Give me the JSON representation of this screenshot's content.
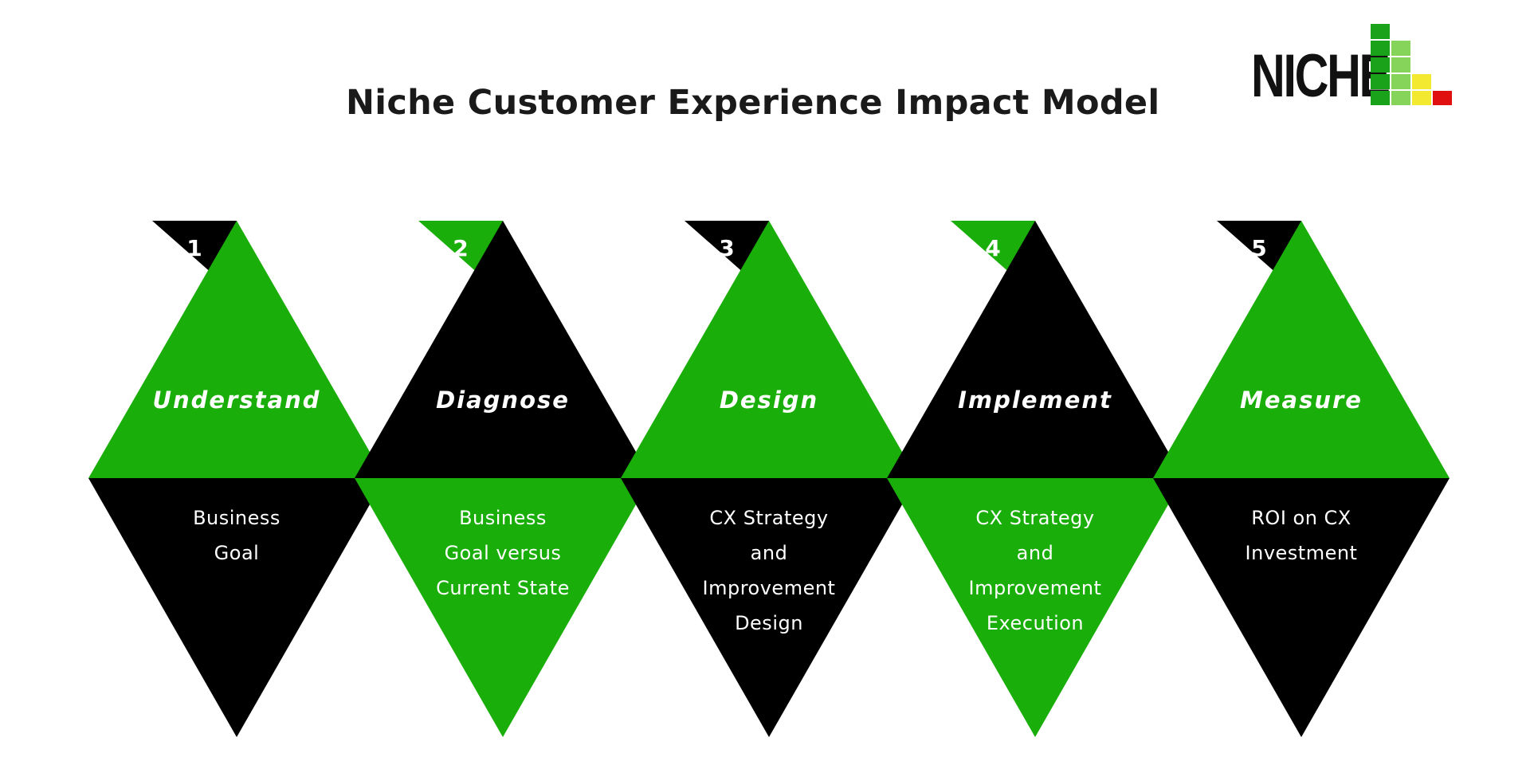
{
  "title": "Niche Customer Experience Impact Model",
  "logo": {
    "text": "NICHE",
    "text_color": "#111111",
    "bar_colors": [
      "#1aa31a",
      "#86d45a",
      "#f2e930",
      "#e01010"
    ]
  },
  "colors": {
    "green": "#1aae0a",
    "black": "#000000",
    "text": "#ffffff"
  },
  "stages": [
    {
      "number": "1",
      "label": "Understand",
      "top_color": "green",
      "description": [
        "Business",
        "Goal"
      ]
    },
    {
      "number": "2",
      "label": "Diagnose",
      "top_color": "black",
      "description": [
        "Business",
        "Goal versus",
        "Current State"
      ]
    },
    {
      "number": "3",
      "label": "Design",
      "top_color": "green",
      "description": [
        "CX Strategy",
        "and",
        "Improvement",
        "Design"
      ]
    },
    {
      "number": "4",
      "label": "Implement",
      "top_color": "black",
      "description": [
        "CX Strategy",
        "and",
        "Improvement",
        "Execution"
      ]
    },
    {
      "number": "5",
      "label": "Measure",
      "top_color": "green",
      "description": [
        "ROI on CX",
        "Investment"
      ]
    }
  ]
}
